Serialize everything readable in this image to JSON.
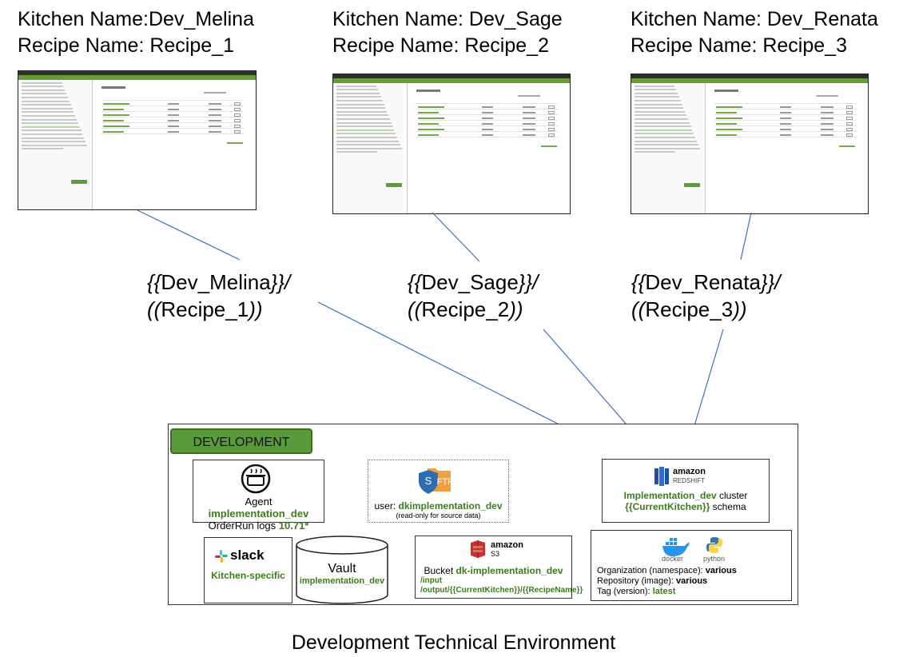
{
  "kitchens": [
    {
      "kitchen_line": "Kitchen Name:Dev_Melina",
      "recipe_line": "Recipe Name: Recipe_1"
    },
    {
      "kitchen_line": "Kitchen Name: Dev_Sage",
      "recipe_line": "Recipe Name: Recipe_2"
    },
    {
      "kitchen_line": "Kitchen Name: Dev_Renata",
      "recipe_line": "Recipe Name: Recipe_3"
    }
  ],
  "templates": [
    {
      "open1": "{{",
      "name": "Dev_Melina",
      "close1": "}}/",
      "open2": "((",
      "recipe": "Recipe_1",
      "close2": "))"
    },
    {
      "open1": "{{",
      "name": "Dev_Sage",
      "close1": "}}/",
      "open2": "((",
      "recipe": "Recipe_2",
      "close2": "))"
    },
    {
      "open1": "{{",
      "name": "Dev_Renata",
      "close1": "}}/",
      "open2": "((",
      "recipe": "Recipe_3",
      "close2": "))"
    }
  ],
  "environment": {
    "tag": "DEVELOPMENT",
    "agent": {
      "prefix": "Agent ",
      "name": "implementation_dev",
      "logs_label": "OrderRun logs ",
      "logs_value": "10.71*"
    },
    "sftp": {
      "icon_text": "FTP",
      "user_label": "user: ",
      "user_value": "dkimplementation_dev",
      "note": "(read-only for source data)"
    },
    "redshift": {
      "logo_top": "amazon",
      "logo_bottom": "REDSHIFT",
      "cluster_name": "Implementation_dev",
      "cluster_suffix": " cluster",
      "schema_name": "{{CurrentKitchen}}",
      "schema_suffix": " schema"
    },
    "slack": {
      "logo": "slack",
      "label": "Kitchen-specific"
    },
    "vault": {
      "title": "Vault",
      "name": "implementation_dev"
    },
    "s3": {
      "logo_top": "amazon",
      "logo_bottom": "S3",
      "bucket_label": "Bucket ",
      "bucket_name": "dk-implementation_dev",
      "path1": "/input",
      "path2": "/output/{{CurrentKitchen}}/{{RecipeName}}"
    },
    "docker": {
      "docker_logo": "docker",
      "python_logo": "python",
      "org_label": "Organization (namespace): ",
      "org_value": "various",
      "repo_label": "Repository (image): ",
      "repo_value": "various",
      "tag_label": "Tag (version): ",
      "tag_value": "latest"
    }
  },
  "caption": "Development Technical Environment",
  "colors": {
    "green": "#5a9a3a",
    "green_text": "#3f7a1e",
    "arrow": "#3b6fc4"
  }
}
